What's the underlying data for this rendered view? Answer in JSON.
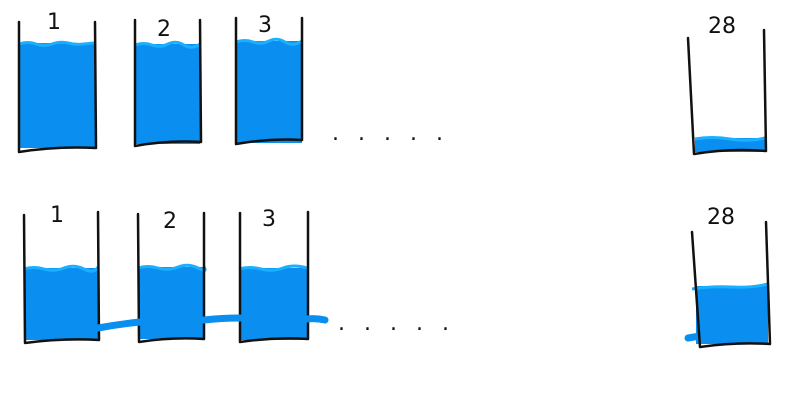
{
  "colors": {
    "water": "#0a8ff0",
    "water_surface": "#1ab0ff",
    "ink": "#111111",
    "background": "#ffffff"
  },
  "top_row": {
    "labels": [
      "1",
      "2",
      "3",
      "28"
    ],
    "ellipsis": ". .   . . ."
  },
  "bottom_row": {
    "labels": [
      "1",
      "2",
      "3",
      "28"
    ],
    "ellipsis": ". .   . . ."
  }
}
